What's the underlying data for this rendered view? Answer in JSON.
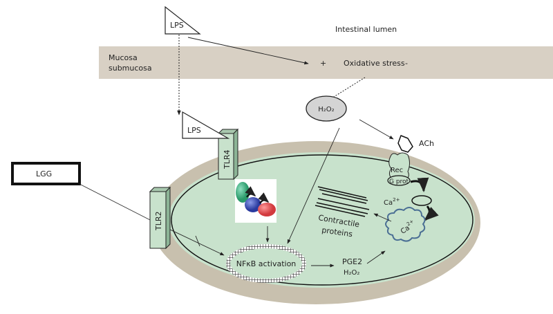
{
  "title": "LGG / LPS signaling in intestinal smooth muscle cell",
  "regions": {
    "lumen": "Intestinal lumen",
    "mucosa_line1": "Mucosa",
    "mucosa_line2": "submucosa"
  },
  "lumen_items": {
    "lps_top": "LPS",
    "plus": "+",
    "oxidative_stress": "Oxidative stress",
    "minus": "-"
  },
  "molecules": {
    "lps_cell": "LPS",
    "h2o2_ellipse": "H₂O₂",
    "ach": "ACh",
    "lgg": "LGG",
    "tlr4": "TLR4",
    "tlr2": "TLR2",
    "rec": "Rec",
    "gprot": "G prot"
  },
  "cell": {
    "ca_cytosol": "Ca",
    "ca_cytosol_sup": "2+",
    "ca_store": "Ca",
    "ca_store_sup": "2+",
    "contractile_line1": "Contractile",
    "contractile_line2": "proteins",
    "nfkb": "NFκB activation",
    "pge2": "PGE2",
    "h2o2_out": "H₂O₂"
  },
  "colors": {
    "mucosa_band": "#d8d0c4",
    "cell_outer": "#c8c0ae",
    "cell_inner": "#c8e2cc",
    "receptor": "#c8e2cc",
    "h2o2_fill": "#d4d4d4",
    "store_stroke": "#4a6e94",
    "protein_green": "#3aa77a",
    "protein_blue": "#3a4fae",
    "protein_red": "#e0474a"
  }
}
